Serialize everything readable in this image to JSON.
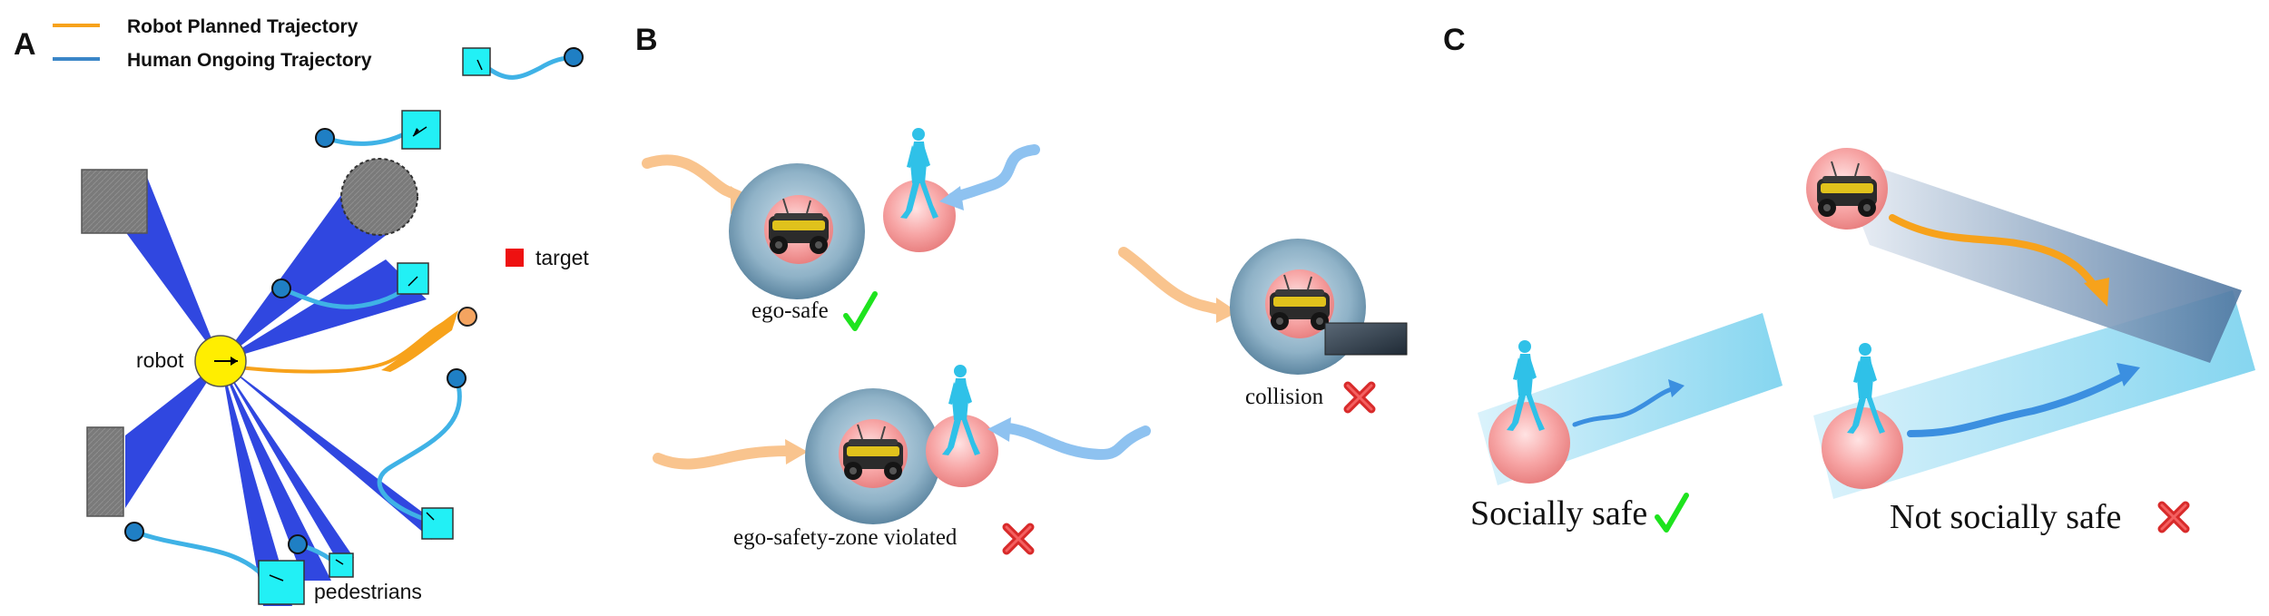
{
  "panels": {
    "a": "A",
    "b": "B",
    "c": "C"
  },
  "legend": {
    "robot_planned": "Robot Planned  Trajectory",
    "human_ongoing": "Human Ongoing Trajectory"
  },
  "panel_a": {
    "robot": "robot",
    "target": "target",
    "pedestrians": "pedestrians"
  },
  "panel_b": {
    "ego_safe": "ego-safe",
    "collision": "collision",
    "ego_zone_violated": "ego-safety-zone violated"
  },
  "panel_c": {
    "socially_safe": "Socially safe",
    "not_socially_safe": "Not socially safe"
  },
  "colors": {
    "robot_traj": "#f7a21b",
    "human_traj": "#3fb2e6",
    "lidar": "#3047e0",
    "robot_body": "#ffee00",
    "target": "#ee1111",
    "pedestrian_box": "#22f0f5",
    "obstacle": "#7a7a7a",
    "pedestrian_figure": "#2fc1e8"
  },
  "icons": [
    "check-icon",
    "cross-icon",
    "robot-vehicle-icon",
    "pedestrian-figure-icon"
  ]
}
